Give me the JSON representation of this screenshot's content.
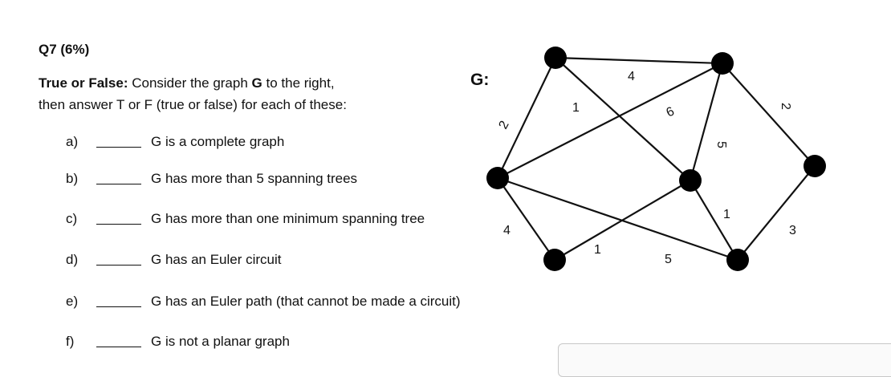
{
  "question": {
    "title": "Q7 (6%)",
    "intro_bold": "True or False:",
    "intro_1": " Consider the graph ",
    "intro_graph": "G",
    "intro_2": " to the right,",
    "intro_line2": "then answer T or F (true or false) for each of these:",
    "graph_label": "G:"
  },
  "items": [
    {
      "letter": "a)",
      "text": "G is a complete graph"
    },
    {
      "letter": "b)",
      "text": "G has more than 5 spanning trees"
    },
    {
      "letter": "c)",
      "text": "G has more than one minimum spanning tree"
    },
    {
      "letter": "d)",
      "text": "G has an Euler circuit"
    },
    {
      "letter": "e)",
      "text": "G has an Euler path (that cannot be made a circuit)"
    },
    {
      "letter": "f)",
      "text": "G is not a planar graph"
    }
  ],
  "graph": {
    "edge_weights": [
      "4",
      "1",
      "6",
      "2",
      "2",
      "5",
      "3",
      "1",
      "4",
      "1",
      "5"
    ]
  }
}
